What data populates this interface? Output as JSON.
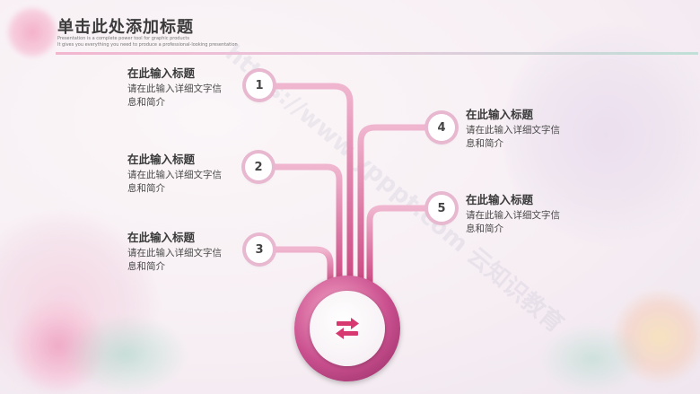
{
  "slide": {
    "title": "单击此处添加标题",
    "subtitle_lines": [
      "Presentation is a complete power tool for graphic products",
      "It gives you everything you need to produce a professional-looking presentation"
    ],
    "hub_icon": "repeat-arrows-icon",
    "accent_color": "#c94f8e",
    "watermark_text": "https://www.ypppt.com 云知识教育"
  },
  "items": [
    {
      "number": "1",
      "title": "在此输入标题",
      "desc_line1": "请在此输入详细文字信",
      "desc_line2": "息和简介"
    },
    {
      "number": "2",
      "title": "在此输入标题",
      "desc_line1": "请在此输入详细文字信",
      "desc_line2": "息和简介"
    },
    {
      "number": "3",
      "title": "在此输入标题",
      "desc_line1": "请在此输入详细文字信",
      "desc_line2": "息和简介"
    },
    {
      "number": "4",
      "title": "在此输入标题",
      "desc_line1": "请在此输入详细文字信",
      "desc_line2": "息和简介"
    },
    {
      "number": "5",
      "title": "在此输入标题",
      "desc_line1": "请在此输入详细文字信",
      "desc_line2": "息和简介"
    }
  ]
}
